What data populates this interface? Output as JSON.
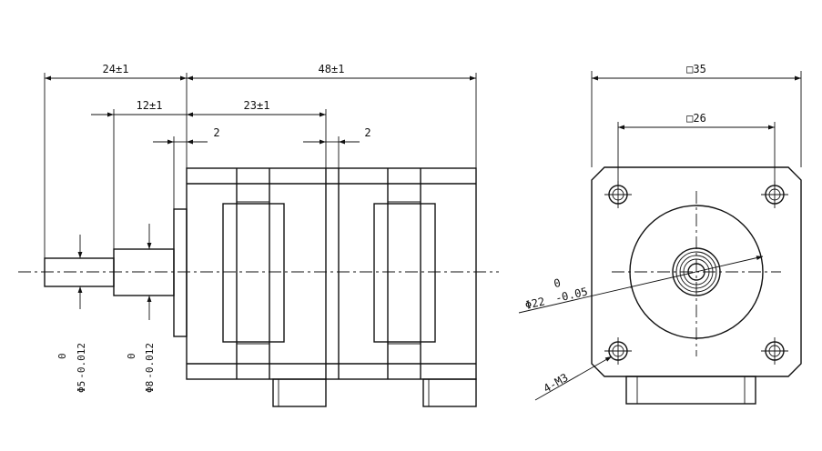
{
  "dimensions": {
    "len_24": "24±1",
    "len_48": "48±1",
    "len_12": "12±1",
    "len_23": "23±1",
    "gap_2_left": "2",
    "gap_2_right": "2",
    "sq_35": "□35",
    "sq_26": "□26",
    "dia_22_nominal": "Φ22",
    "dia_22_tol_upper": "0",
    "dia_22_tol_lower": "-0.05",
    "dia_5_nominal": "Φ5",
    "dia_5_tol_upper": "0",
    "dia_5_tol_lower": "-0.012",
    "dia_8_nominal": "Φ8",
    "dia_8_tol_upper": "0",
    "dia_8_tol_lower": "-0.012",
    "holes": "4-M3"
  }
}
